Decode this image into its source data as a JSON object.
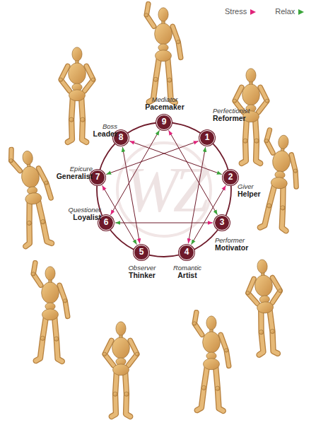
{
  "diagram": {
    "nodes": [
      {
        "text": [
          "9",
          "Mediator",
          "Pacemaker"
        ]
      },
      {
        "text": [
          "8",
          "Boss",
          "Leader"
        ]
      },
      {
        "text": [
          "1",
          "Perfectionist",
          "Reformer"
        ]
      },
      {
        "text": [
          "7",
          "Epicure",
          "Generalist"
        ]
      },
      {
        "text": [
          "2",
          "Giver",
          "Helper"
        ]
      },
      {
        "text": [
          "6",
          "Questioner",
          "Loyalist"
        ]
      },
      {
        "text": [
          "3",
          "Performer",
          "Motivator"
        ]
      },
      {
        "text": [
          "5",
          "Observer",
          "Thinker"
        ]
      },
      {
        "text": [
          "4",
          "Romantic",
          "Artist"
        ]
      }
    ],
    "edges": [
      {
        "from": 2,
        "to": 8,
        "arrow": "both"
      },
      {
        "from": 8,
        "to": 4,
        "arrow": "both"
      },
      {
        "from": 4,
        "to": 1,
        "arrow": "both"
      },
      {
        "from": 1,
        "to": 7,
        "arrow": "both"
      },
      {
        "from": 7,
        "to": 3,
        "arrow": "both"
      },
      {
        "from": 3,
        "to": 2,
        "arrow": "both"
      },
      {
        "from": 0,
        "to": 5,
        "arrow": "both"
      },
      {
        "from": 5,
        "to": 6,
        "arrow": "both"
      },
      {
        "from": 6,
        "to": 0,
        "arrow": "both"
      }
    ],
    "labels": [
      "WZ"
    ],
    "legend": [
      {
        "text": "Stress"
      },
      {
        "text": "Relax"
      }
    ]
  }
}
